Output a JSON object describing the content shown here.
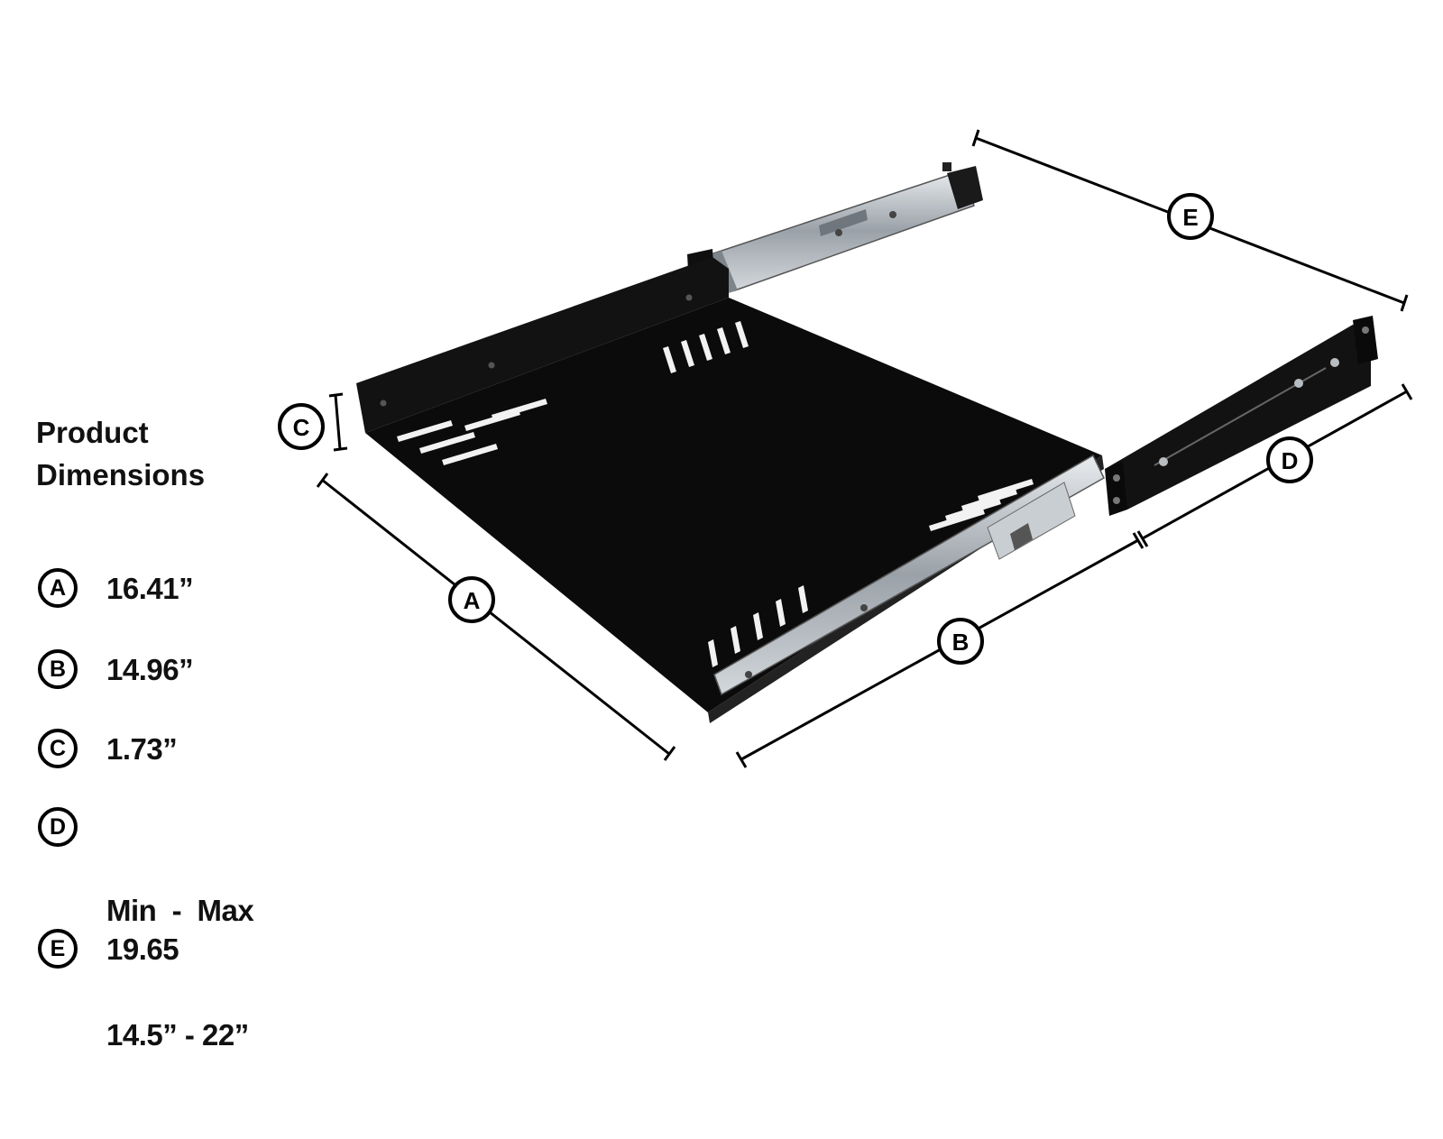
{
  "title": {
    "line1": "Product",
    "line2": "Dimensions"
  },
  "dimensions": [
    {
      "letter": "A",
      "value": "16.41”"
    },
    {
      "letter": "B",
      "value": "14.96”"
    },
    {
      "letter": "C",
      "value": "1.73”"
    },
    {
      "letter": "D",
      "value": "Min  -  Max",
      "value2": "14.5” - 22”"
    },
    {
      "letter": "E",
      "value": "19.65"
    }
  ],
  "callouts": {
    "A": "A",
    "B": "B",
    "C": "C",
    "D": "D",
    "E": "E"
  },
  "colors": {
    "shelf": "#0b0b0b",
    "rail": "#b8bdc2",
    "line": "#000000"
  }
}
